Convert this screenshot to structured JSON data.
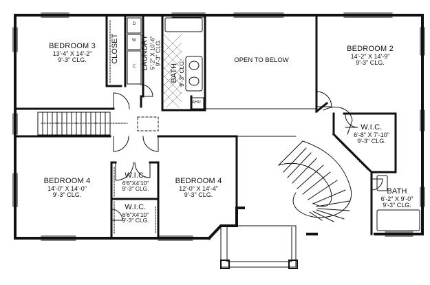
{
  "rooms": {
    "bedroom3": {
      "name": "BEDROOM 3",
      "dims": "13'-4\" X 14'-2\"",
      "clg": "9'-3\" CLG."
    },
    "closet": {
      "name": "CLOSET"
    },
    "laundry": {
      "name": "LAUNDRY",
      "dims": "5'-2\" X 10'-6\"",
      "clg": "9'-3\" CLG."
    },
    "bath1": {
      "name": "BATH",
      "clg": "9'-3\" CLG."
    },
    "open_to_below": {
      "name": "OPEN TO BELOW"
    },
    "bedroom2": {
      "name": "BEDROOM 2",
      "dims": "14'-2\" X 14'-9\"",
      "clg": "9'-3\" CLG."
    },
    "wic_master": {
      "name": "W.I.C.",
      "dims": "6'-8\" X 7'-10\"",
      "clg": "9'-3\" CLG."
    },
    "bath2": {
      "name": "BATH",
      "dims": "6'-2\" X 9'-0\"",
      "clg": "9'-3\" CLG."
    },
    "bedroom4_left": {
      "name": "BEDROOM 4",
      "dims": "14'-0\" X 14'-0\"",
      "clg": "9'-3\" CLG."
    },
    "wic_a": {
      "name": "W.I.C.",
      "dims": "6'6\"X4'10\"",
      "clg": "9'-3\" CLG."
    },
    "wic_b": {
      "name": "W.I.C.",
      "dims": "6'6\"X4'10\"",
      "clg": "9'-3\" CLG."
    },
    "bedroom4_right": {
      "name": "BEDROOM 4",
      "dims": "12'-0\" X 14'-4\"",
      "clg": "9'-3\" CLG."
    }
  },
  "fixtures": {
    "ahu": "AHU",
    "dryer": "D",
    "washer": "W",
    "cabinet": "C"
  }
}
